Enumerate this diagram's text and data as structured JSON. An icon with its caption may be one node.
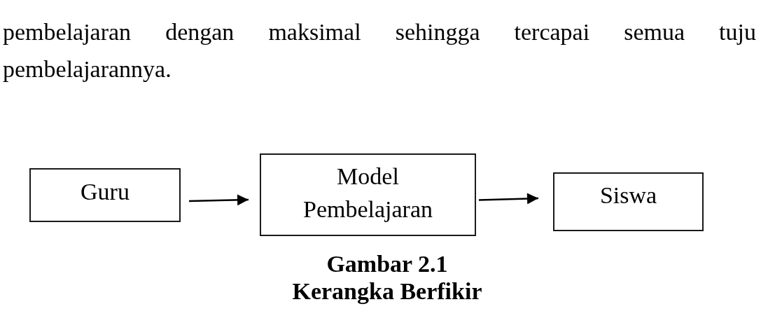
{
  "diagram": {
    "caption": "Gambar 2.1 Kerangka Berfikir",
    "nodes": [
      {
        "text": [
          "Guru"
        ]
      },
      {
        "text": [
          "Model Pembelajaran"
        ]
      },
      {
        "text": [
          "Siswa"
        ]
      }
    ],
    "edges": [
      {
        "from": 0,
        "to": 1,
        "arrow": "to"
      },
      {
        "from": 1,
        "to": 2,
        "arrow": "to"
      }
    ],
    "labels": [
      "pembelajaran dengan maksimal sehingga tercapai semua tuju",
      "pembelajarannya."
    ]
  }
}
